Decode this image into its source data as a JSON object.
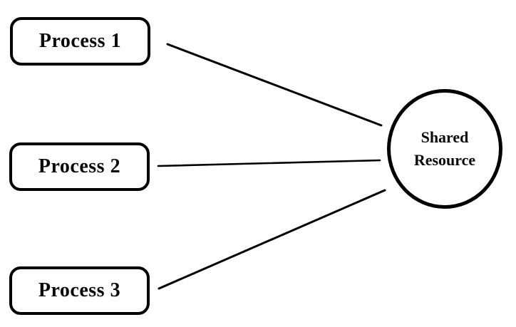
{
  "diagram": {
    "background_color": "#ffffff",
    "stroke_color": "#000000",
    "processes": [
      {
        "label": "Process 1"
      },
      {
        "label": "Process 2"
      },
      {
        "label": "Process 3"
      }
    ],
    "resource": {
      "label": "Shared Resource",
      "label_lines": [
        "Shared",
        "Resource"
      ]
    },
    "connections": [
      {
        "from": "Process 1",
        "to": "Shared Resource"
      },
      {
        "from": "Process 2",
        "to": "Shared Resource"
      },
      {
        "from": "Process 3",
        "to": "Shared Resource"
      }
    ]
  }
}
